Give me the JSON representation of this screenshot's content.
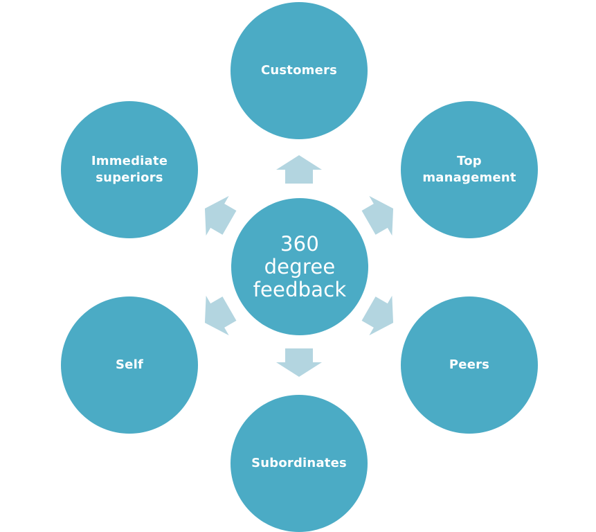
{
  "diagram": {
    "center": {
      "label": "360\ndegree\nfeedback"
    },
    "nodes": {
      "customers": "Customers",
      "top_management": "Top\nmanagement",
      "peers": "Peers",
      "subordinates": "Subordinates",
      "self": "Self",
      "immediate_superiors": "Immediate\nsuperiors"
    },
    "colors": {
      "circle": "#4babc5",
      "arrow": "#b3d5e0",
      "text": "#ffffff"
    }
  }
}
